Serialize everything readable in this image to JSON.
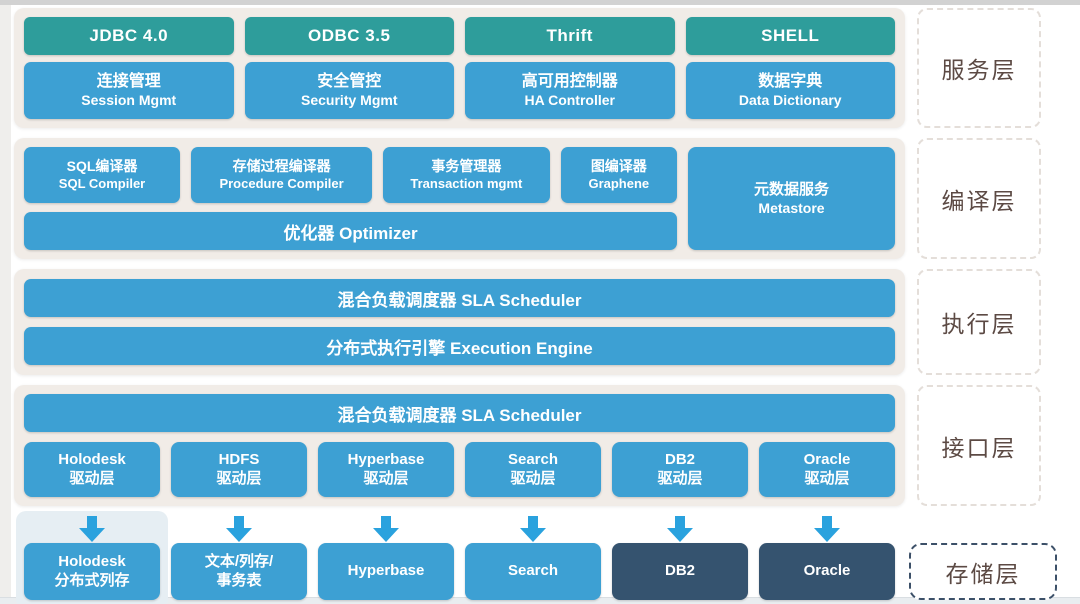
{
  "colors": {
    "teal": "#2E9D9B",
    "blue": "#3DA0D3",
    "dark_navy": "#35536F",
    "section_bg": "#F1ECE7",
    "label_text": "#5C4A44",
    "arrow_blue": "#2AA2DE"
  },
  "service_layer": {
    "label": "服务层",
    "api_boxes": [
      "JDBC 4.0",
      "ODBC 3.5",
      "Thrift",
      "SHELL"
    ],
    "modules": [
      {
        "cn": "连接管理",
        "en": "Session Mgmt"
      },
      {
        "cn": "安全管控",
        "en": "Security Mgmt"
      },
      {
        "cn": "高可用控制器",
        "en": "HA Controller"
      },
      {
        "cn": "数据字典",
        "en": "Data Dictionary"
      }
    ]
  },
  "compile_layer": {
    "label": "编译层",
    "compilers": [
      {
        "cn": "SQL编译器",
        "en": "SQL Compiler"
      },
      {
        "cn": "存储过程编译器",
        "en": "Procedure Compiler"
      },
      {
        "cn": "事务管理器",
        "en": "Transaction mgmt"
      },
      {
        "cn": "图编译器",
        "en": "Graphene"
      }
    ],
    "metastore": {
      "cn": "元数据服务",
      "en": "Metastore"
    },
    "optimizer": "优化器 Optimizer"
  },
  "execution_layer": {
    "label": "执行层",
    "scheduler": "混合负载调度器 SLA Scheduler",
    "engine": "分布式执行引擎 Execution Engine"
  },
  "interface_layer": {
    "label": "接口层",
    "scheduler": "混合负载调度器 SLA Scheduler",
    "drivers": [
      {
        "name": "Holodesk",
        "cn": "驱动层"
      },
      {
        "name": "HDFS",
        "cn": "驱动层"
      },
      {
        "name": "Hyperbase",
        "cn": "驱动层"
      },
      {
        "name": "Search",
        "cn": "驱动层"
      },
      {
        "name": "DB2",
        "cn": "驱动层"
      },
      {
        "name": "Oracle",
        "cn": "驱动层"
      }
    ]
  },
  "storage_layer": {
    "label": "存储层",
    "stores": [
      {
        "line1": "Holodesk",
        "line2": "分布式列存"
      },
      {
        "line1": "文本/列存/",
        "line2": "事务表"
      },
      {
        "line1": "Hyperbase",
        "line2": ""
      },
      {
        "line1": "Search",
        "line2": ""
      },
      {
        "line1": "DB2",
        "line2": ""
      },
      {
        "line1": "Oracle",
        "line2": ""
      }
    ]
  }
}
